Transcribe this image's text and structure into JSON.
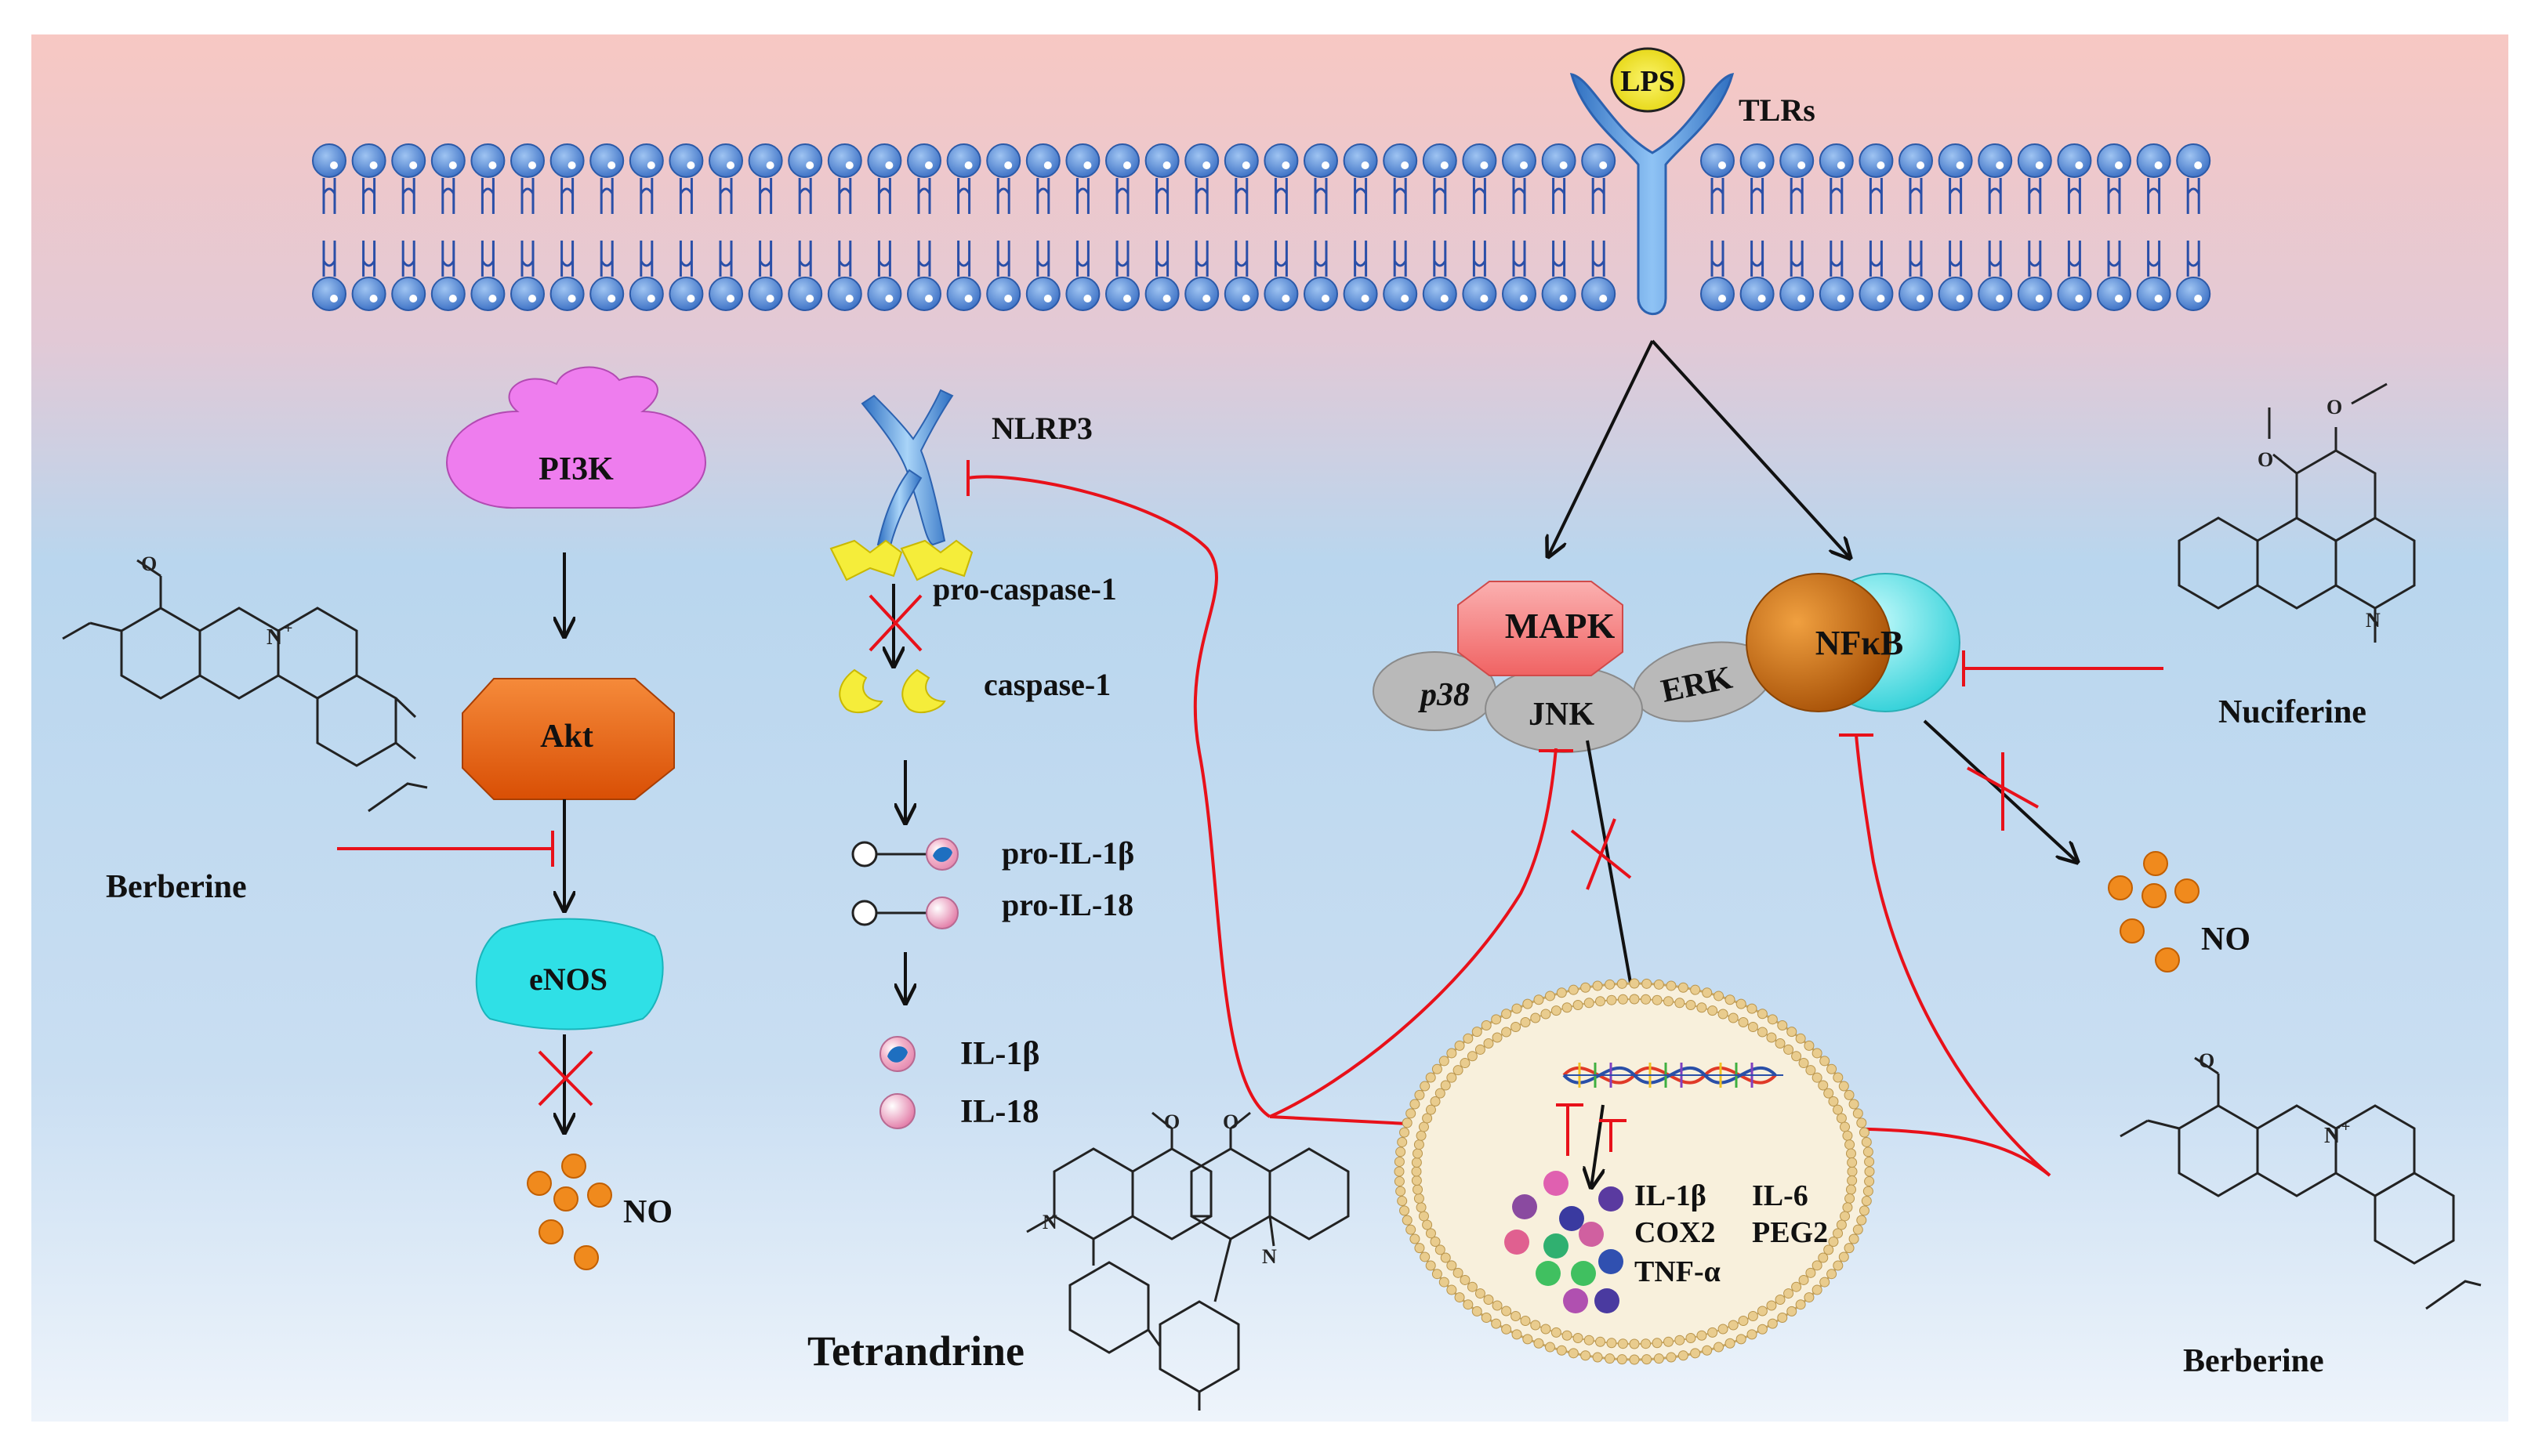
{
  "colors": {
    "bg_top": "#f7c8c3",
    "bg_mid": "#b9d6ee",
    "bg_bottom": "#eef4fb",
    "lipid_head": "#4f86d6",
    "lipid_tail": "#2a4fa8",
    "inhibit": "#e8111a",
    "arrow": "#111111",
    "pi3k": "#ee7dee",
    "akt": "#f06a12",
    "enos": "#2fe0e6",
    "mapk": "#f98080",
    "kinase_grey": "#b9b9b9",
    "nfkb_left": "#d9770c",
    "nfkb_right": "#63e3e8",
    "no_dot": "#f08a1d",
    "lps": "#f4e81a",
    "receptor": "#4b8fd8",
    "nucleus_fill": "#f8f0dc",
    "nucleus_ring": "#e6c98d"
  },
  "membrane": {
    "receptor_label": "TLRs",
    "ligand_label": "LPS"
  },
  "left_pathway": {
    "pi3k": "PI3K",
    "akt": "Akt",
    "enos": "eNOS",
    "no": "NO",
    "drug": "Berberine"
  },
  "inflammasome": {
    "nlrp3": "NLRP3",
    "pro_caspase": "pro-caspase-1",
    "caspase": "caspase-1",
    "pro_il1b": "pro-IL-1β",
    "pro_il18": "pro-IL-18",
    "il1b": "IL-1β",
    "il18": "IL-18"
  },
  "center": {
    "drug": "Tetrandrine",
    "mapk": "MAPK",
    "p38": "p38",
    "jnk": "JNK",
    "erk": "ERK"
  },
  "right_pathway": {
    "nfkb": "NFκB",
    "no": "NO",
    "drug_top": "Nuciferine",
    "drug_bottom": "Berberine"
  },
  "nucleus": {
    "cytokines": [
      "IL-1β",
      "IL-6",
      "COX2",
      "PEG2",
      "TNF-α"
    ]
  }
}
